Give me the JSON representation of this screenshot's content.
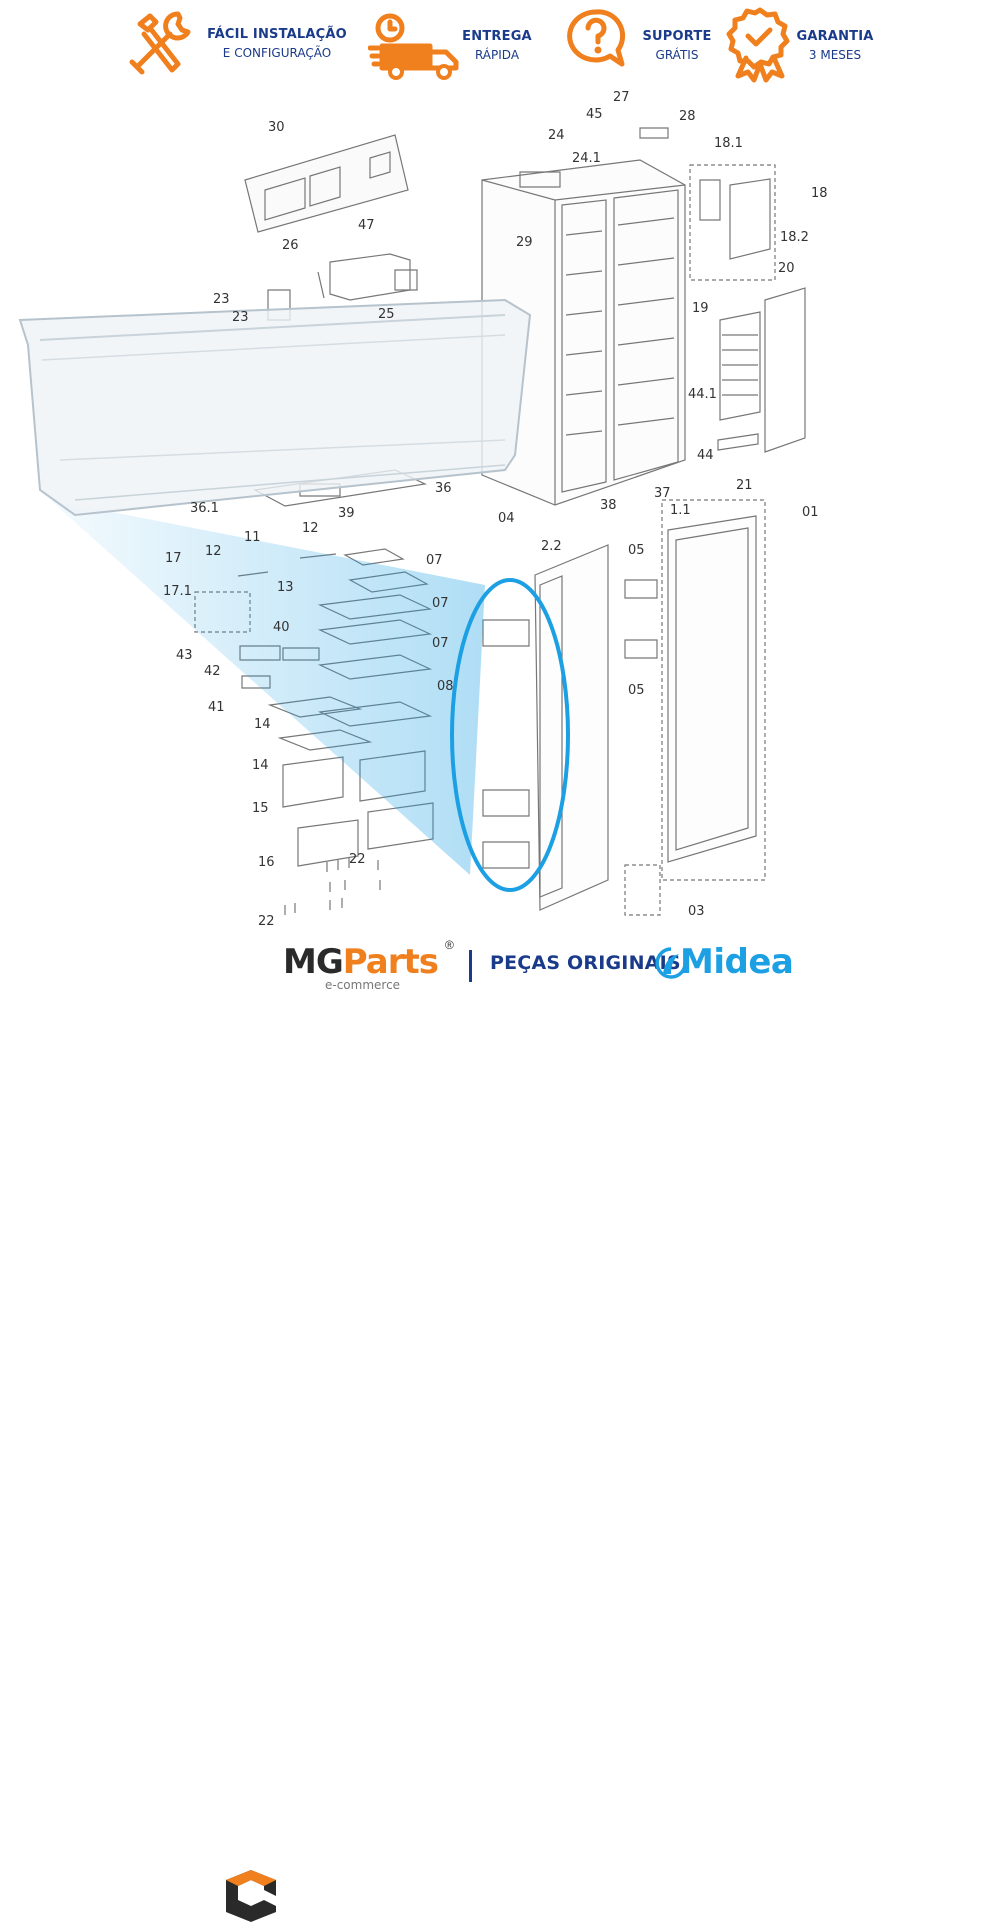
{
  "features": [
    {
      "icon": "wrench-hammer-icon",
      "line1": "FÁCIL INSTALAÇÃO",
      "line2": "E CONFIGURAÇÃO"
    },
    {
      "icon": "delivery-truck-icon",
      "line1": "ENTREGA",
      "line2": "RÁPIDA"
    },
    {
      "icon": "question-chat-icon",
      "line1": "SUPORTE",
      "line2": "GRÁTIS"
    },
    {
      "icon": "guarantee-badge-icon",
      "line1": "GARANTIA",
      "line2": "3 MESES"
    }
  ],
  "part_labels": [
    "30",
    "47",
    "26",
    "23",
    "23",
    "25",
    "24",
    "24.1",
    "45",
    "27",
    "28",
    "18.1",
    "18",
    "18.2",
    "29",
    "19",
    "20",
    "44.1",
    "44",
    "21",
    "37",
    "38",
    "36",
    "36.1",
    "04",
    "2.2",
    "1.1",
    "01",
    "05",
    "05",
    "11",
    "12",
    "39",
    "07",
    "07",
    "07",
    "08",
    "17",
    "12",
    "17.1",
    "13",
    "40",
    "43",
    "42",
    "41",
    "14",
    "14",
    "15",
    "16",
    "22",
    "22",
    "03"
  ],
  "footer": {
    "brand_mg": "MG",
    "brand_parts": "Parts",
    "brand_reg": "®",
    "brand_sub": "e-commerce",
    "tagline": "PEÇAS ORIGINAIS",
    "partner": "Midea"
  },
  "colors": {
    "accent_orange": "#f07f1e",
    "brand_blue": "#1a3a8a",
    "highlight_cyan": "#1ca0e3"
  }
}
